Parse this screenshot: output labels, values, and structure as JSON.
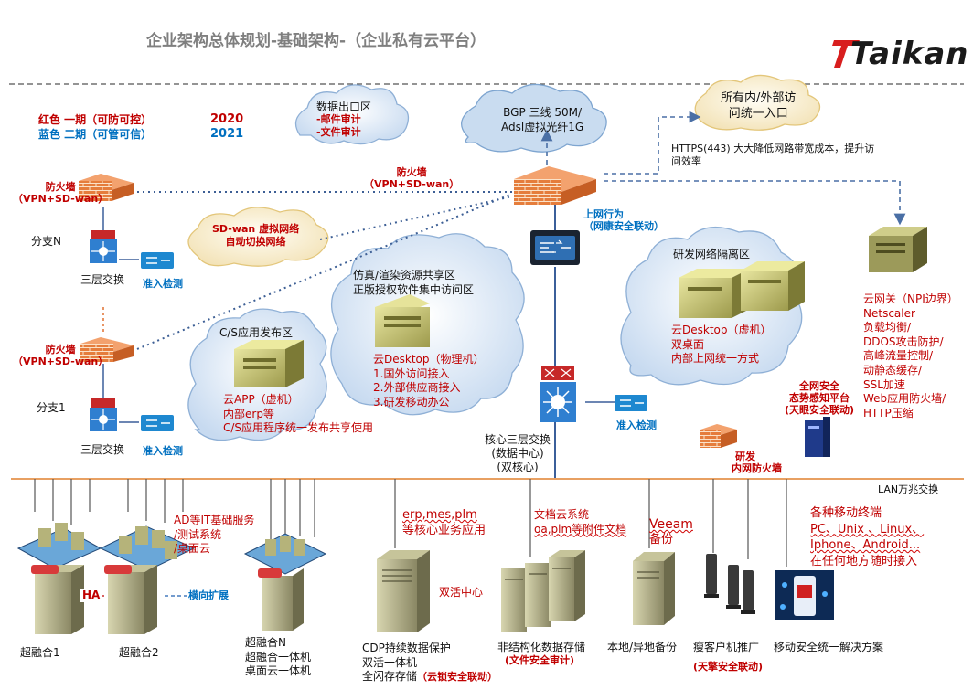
{
  "header": {
    "title": "企业架构总体规划-基础架构-（企业私有云平台）",
    "logo_text": "Taikan"
  },
  "legend": {
    "phase1_label": "红色 一期（可防可控）",
    "phase1_year": "2020",
    "phase2_label": "蓝色 二期（可管可信）",
    "phase2_year": "2021"
  },
  "clouds": {
    "data_exit": [
      "数据出口区",
      "-邮件审计",
      "-文件审计"
    ],
    "bgp": [
      "BGP 三线 50M/",
      "Adsl虚拟光纤1G"
    ],
    "access_entry": [
      "所有内/外部访",
      "问统一入口"
    ],
    "sdwan": [
      "SD-wan 虚拟网络",
      "自动切换网络"
    ],
    "sim": [
      "仿真/渲染资源共享区",
      "正版授权软件集中访问区"
    ],
    "cs": [
      "C/S应用发布区"
    ],
    "rnd": [
      "研发网络隔离区"
    ]
  },
  "notes": {
    "https": [
      "HTTPS(443) 大大降低网路带宽成本，提升访",
      "问效率"
    ],
    "main_fw": [
      "防火墙",
      "（VPN+SD-wan）"
    ],
    "internet_behavior": [
      "上网行为",
      "（网康安全联动）"
    ]
  },
  "branches": {
    "n_label": "分支N",
    "one_label": "分支1",
    "firewall": [
      "防火墙",
      "（VPN+SD-wan）"
    ],
    "switch_label": "三层交换",
    "access_check": "准入检测"
  },
  "zones": {
    "sim_desktop": [
      "云Desktop（物理机）",
      "1.国外访问接入",
      "2.外部供应商接入",
      "3.研发移动办公"
    ],
    "cs_app": [
      "云APP（虚机）",
      "内部erp等",
      "C/S应用程序统一发布共享使用"
    ],
    "rnd_desktop": [
      "云Desktop（虚机）",
      "双桌面",
      "内部上网统一方式"
    ]
  },
  "core": {
    "switch": [
      "核心三层交换",
      "(数据中心)",
      "(双核心)"
    ],
    "access_check": "准入检测",
    "rnd_fw": [
      "研发",
      "内网防火墙"
    ],
    "situational": [
      "全网安全",
      "态势感知平台",
      "(天眼安全联动)"
    ],
    "lan": "LAN万兆交换"
  },
  "cloud_gateway": [
    "云网关（NPI边界）",
    "Netscaler",
    "负载均衡/",
    "DDOS攻击防护/",
    "高峰流量控制/",
    "动静态缓存/",
    "SSL加速",
    "Web应用防火墙/",
    "HTTP压缩"
  ],
  "bottom": {
    "hc1": "超融合1",
    "hc2": "超融合2",
    "ha": "HA",
    "horizontal": "横向扩展",
    "ad_note": [
      "AD等IT基础服务",
      "/测试系统",
      "/桌面云"
    ],
    "hcn": [
      "超融合N",
      "超融合一体机",
      "桌面云一体机"
    ],
    "erp": [
      "erp,mes,plm",
      "等核心业务应用"
    ],
    "dual_active": "双活中心",
    "cdp": [
      "CDP持续数据保护",
      "双活一体机",
      "全闪存存储"
    ],
    "cdp_sec": "（云锁安全联动）",
    "doc_cloud": [
      "文档云系统",
      "oa,plm等附件文档"
    ],
    "unstructured": "非结构化数据存储",
    "unstructured_sec": "(文件安全审计)",
    "veeam": [
      "Veeam",
      "备份"
    ],
    "local_backup": "本地/异地备份",
    "thin_client": "瘦客户机推广",
    "thin_sec": "(天擎安全联动)",
    "mobile": [
      "各种移动终端",
      "PC、Unix 、Linux、",
      "Iphone、Android...",
      "在任何地方随时接入"
    ],
    "mobile_sol": "移动安全统一解决方案"
  },
  "colors": {
    "red": "#c00000",
    "blue": "#0070c0",
    "cloud_fill": "#d9e6f5",
    "cloud_stroke": "#8fb0d6",
    "brick": "#e0783a",
    "server": "#b7b56a",
    "lan_line": "#e8a062"
  }
}
